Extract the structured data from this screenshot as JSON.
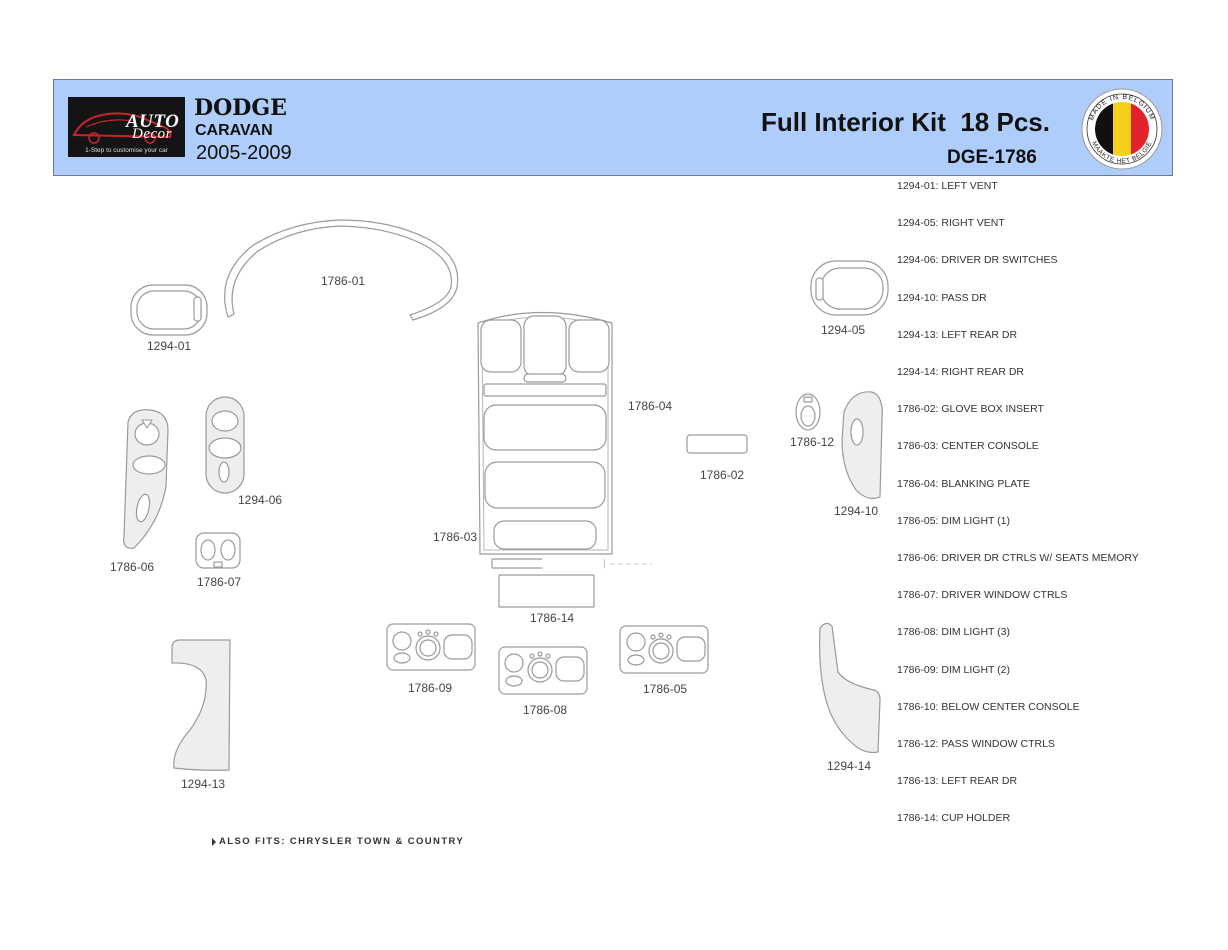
{
  "header": {
    "logo_word1": "AUTO",
    "logo_word2": "Decor",
    "logo_tagline": "1-Step to customise your car",
    "make": "DODGE",
    "model": "CARAVAN",
    "years": "2005-2009",
    "kit_title": "Full Interior Kit  18 Pcs.",
    "sku": "DGE-1786",
    "badge_top": "MADE IN BELGIUM",
    "badge_bottom": "MAAKTE HET BELGIË",
    "colors": {
      "header_bg": "#aecdfa",
      "flag_black": "#111111",
      "flag_yellow": "#f4d01a",
      "flag_red": "#e3232c"
    }
  },
  "legend": [
    "1294-01: LEFT VENT",
    "1294-05: RIGHT VENT",
    "1294-06: DRIVER DR SWITCHES",
    "1294-10: PASS DR",
    "1294-13: LEFT REAR DR",
    "1294-14: RIGHT REAR DR",
    "1786-02: GLOVE BOX INSERT",
    "1786-03: CENTER CONSOLE",
    "1786-04: BLANKING PLATE",
    "1786-05: DIM LIGHT (1)",
    "1786-06: DRIVER DR CTRLS W/ SEATS MEMORY",
    "1786-07: DRIVER WINDOW CTRLS",
    "1786-08: DIM LIGHT (3)",
    "1786-09: DIM LIGHT (2)",
    "1786-10: BELOW CENTER CONSOLE",
    "1786-12: PASS WINDOW CTRLS",
    "1786-13: LEFT REAR DR",
    "1786-14: CUP  HOLDER"
  ],
  "part_labels": {
    "p1294_01": "1294-01",
    "p1786_01": "1786-01",
    "p1294_05": "1294-05",
    "p1786_04": "1786-04",
    "p1786_02": "1786-02",
    "p1786_12": "1786-12",
    "p1294_06": "1294-06",
    "p1294_10": "1294-10",
    "p1786_03": "1786-03",
    "p1786_06": "1786-06",
    "p1786_07": "1786-07",
    "p1786_14": "1786-14",
    "p1786_09": "1786-09",
    "p1786_08": "1786-08",
    "p1786_05": "1786-05",
    "p1294_13": "1294-13",
    "p1294_14": "1294-14"
  },
  "footer": {
    "also_fits": "ALSO FITS: CHRYSLER TOWN & COUNTRY"
  }
}
